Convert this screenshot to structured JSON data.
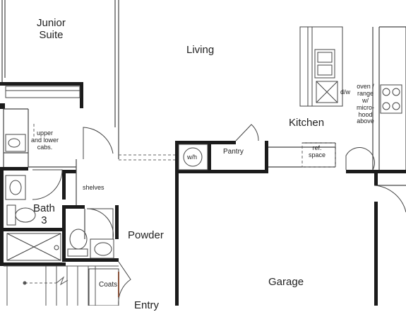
{
  "rooms": {
    "junior_suite": [
      "Junior",
      "Suite"
    ],
    "living": "Living",
    "kitchen": "Kitchen",
    "bath": [
      "Bath",
      "3"
    ],
    "powder": "Powder",
    "garage": "Garage",
    "entry": "Entry",
    "pantry": "Pantry",
    "coats": "Coats",
    "shelves": "shelves"
  },
  "fixtures": {
    "upper_lower_cabs": [
      "upper",
      "and lower",
      "cabs."
    ],
    "wh": "w/h",
    "ref_space": [
      "ref.",
      "space"
    ],
    "dw": "d/w",
    "oven": [
      "oven /",
      "range",
      "w/",
      "micro-",
      "hood",
      "above"
    ]
  }
}
